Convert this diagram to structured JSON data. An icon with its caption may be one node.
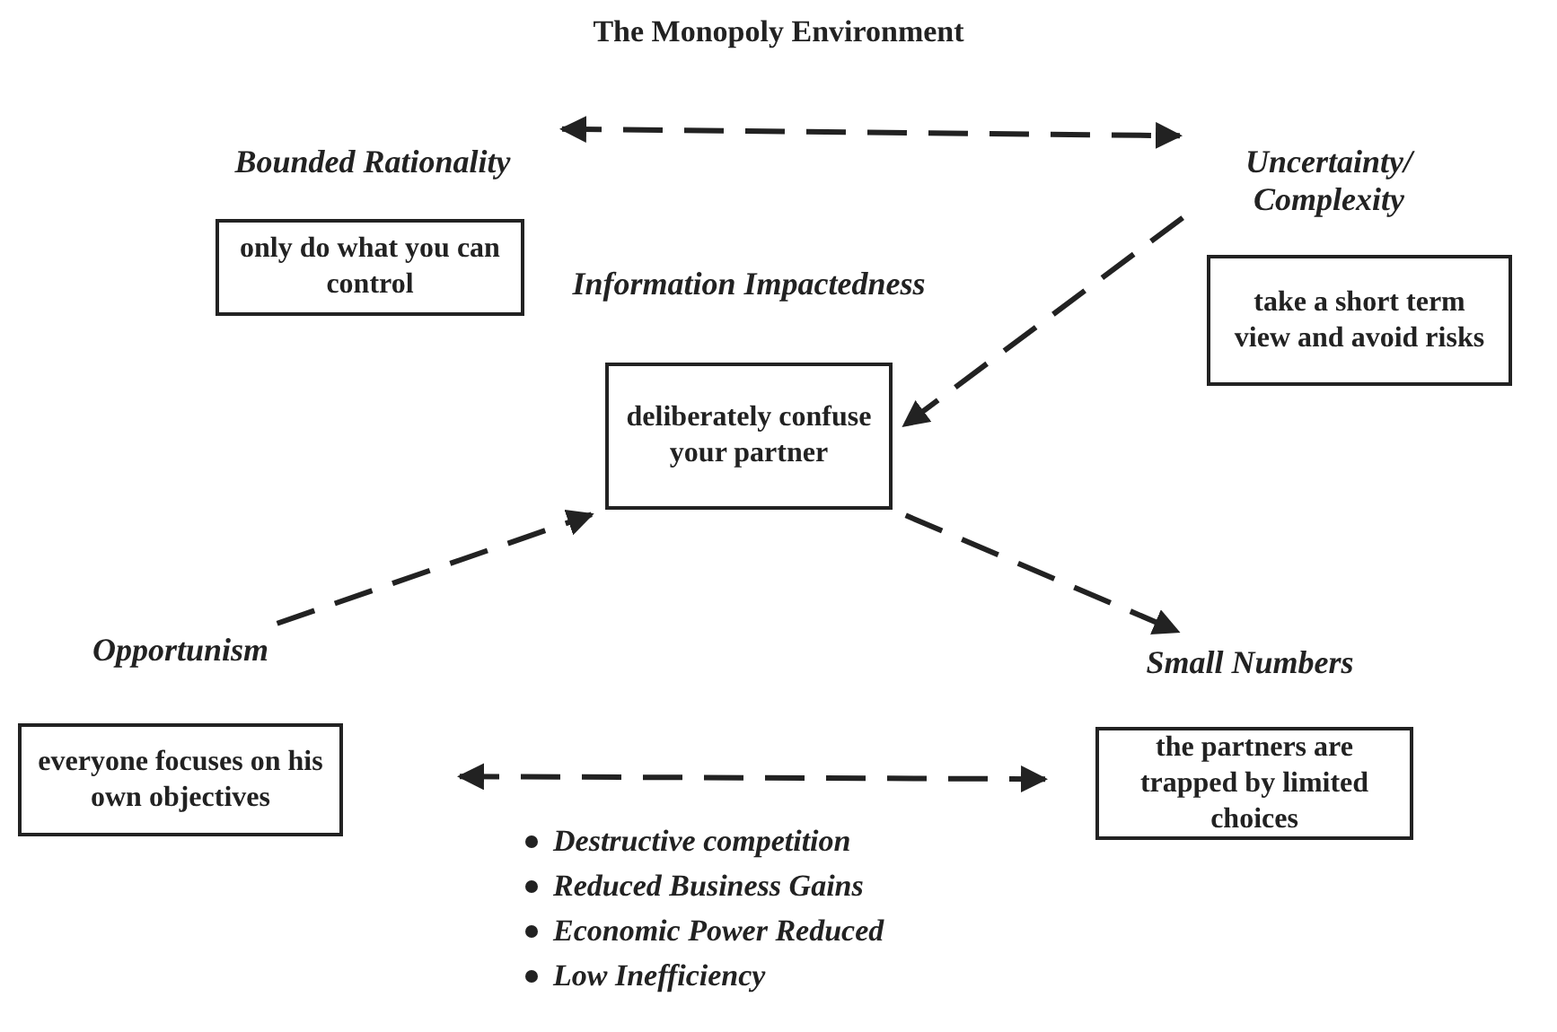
{
  "diagram": {
    "title": "The Monopoly Environment",
    "nodes": [
      {
        "text": [
          "Bounded Rationality",
          "only do what you can control"
        ]
      },
      {
        "text": [
          "Uncertainty/ Complexity",
          "take a short term view and avoid risks"
        ]
      },
      {
        "text": [
          "Information Impactedness",
          "deliberately confuse your partner"
        ]
      },
      {
        "text": [
          "Opportunism",
          "everyone focuses on his own objectives"
        ]
      },
      {
        "text": [
          "Small Numbers",
          "the partners are trapped by limited choices"
        ]
      }
    ],
    "edges": [
      {
        "from": 0,
        "to": 1,
        "arrow": "both",
        "style": "dashed"
      },
      {
        "from": 1,
        "to": 2,
        "arrow": "to",
        "style": "dashed"
      },
      {
        "from": 3,
        "to": 2,
        "arrow": "to",
        "style": "dashed"
      },
      {
        "from": 2,
        "to": 4,
        "arrow": "to",
        "style": "dashed"
      },
      {
        "from": 3,
        "to": 4,
        "arrow": "both",
        "style": "dashed"
      }
    ],
    "labels": [
      "Destructive competition",
      "Reduced Business Gains",
      "Economic Power Reduced",
      "Low Inefficiency"
    ]
  }
}
